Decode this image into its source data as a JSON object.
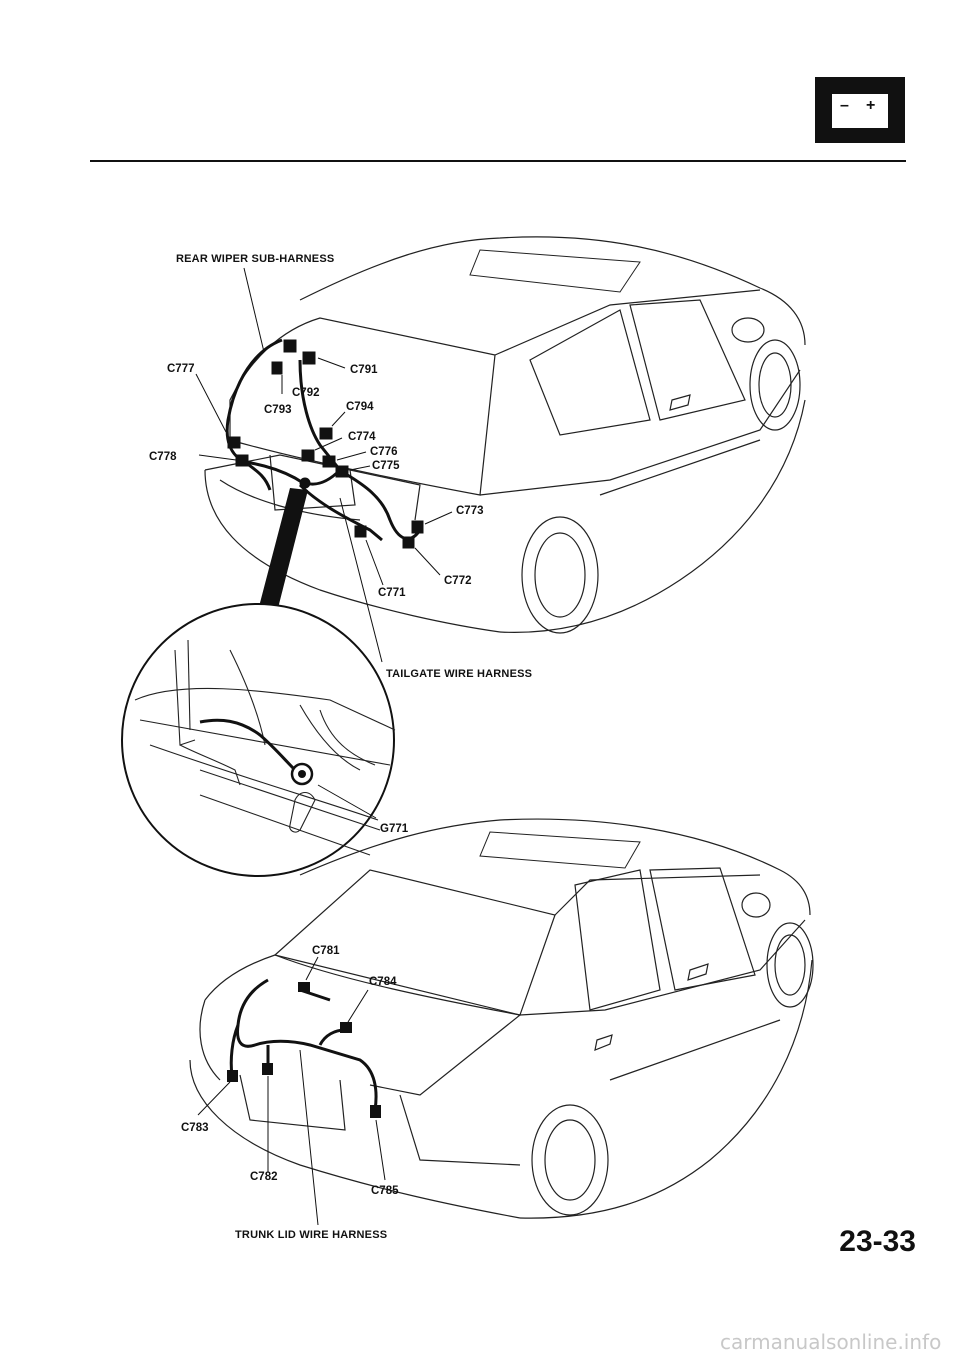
{
  "header": {
    "battery_icon": "battery-icon"
  },
  "top_diagram": {
    "labels": {
      "rear_wiper": "REAR WIPER SUB-HARNESS",
      "c777": "C777",
      "c778": "C778",
      "c791": "C791",
      "c792": "C792",
      "c793": "C793",
      "c794": "C794",
      "c774": "C774",
      "c776": "C776",
      "c775": "C775",
      "c773": "C773",
      "c772": "C772",
      "c771": "C771",
      "tailgate": "TAILGATE WIRE HARNESS",
      "g771": "G771"
    }
  },
  "bottom_diagram": {
    "labels": {
      "c781": "C781",
      "c784": "C784",
      "c783": "C783",
      "c782": "C782",
      "c785": "C785",
      "trunk": "TRUNK LID WIRE HARNESS"
    }
  },
  "footer": {
    "page_number": "23-33",
    "watermark": "carmanualsonline.info"
  }
}
